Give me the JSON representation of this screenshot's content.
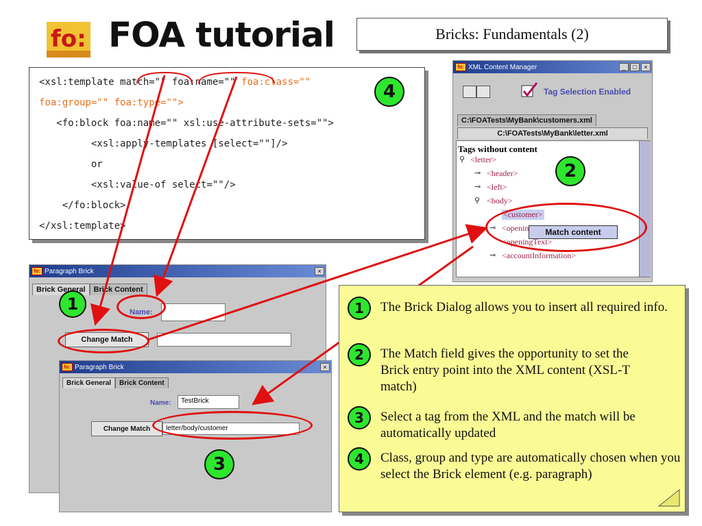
{
  "header": {
    "logo_text": "fo:",
    "title": "FOA tutorial",
    "subtitle": "Bricks: Fundamentals (2)"
  },
  "code": {
    "l1_a": "<xsl:template ",
    "l1_b": "match=\"\" ",
    "l1_c": "foa:name=\"\" ",
    "l1_d": "foa:class=\"\"",
    "l2": "foa:group=\"\" foa:type=\"\">",
    "l3": "   <fo:block foa:name=\"\" xsl:use-attribute-sets=\"\">",
    "l4": "         <xsl:apply-templates [select=\"\"]/>",
    "l5": "         or",
    "l6": "         <xsl:value-of select=\"\"/>",
    "l7": "    </fo:block>",
    "l8": "</xsl:template>"
  },
  "xml_manager": {
    "title": "XML Content Manager",
    "tag_selection_label": "Tag Selection Enabled",
    "file_tab_1": "C:\\FOATests\\MyBank\\customers.xml",
    "file_tab_2": "C:\\FOATests\\MyBank\\letter.xml",
    "tree_header": "Tags without content",
    "tree": [
      "<letter>",
      "<header>",
      "<left>",
      "<body>",
      "<customer>",
      "<openingTitle>",
      "<openingText>",
      "<accountInformation>"
    ],
    "context_menu": "Match content"
  },
  "dialog_back": {
    "title": "Paragraph Brick",
    "tab_general": "Brick General",
    "tab_content": "Brick Content",
    "name_label": "Name:",
    "name_value": "",
    "change_match_label": "Change Match",
    "match_value": ""
  },
  "dialog_front": {
    "title": "Paragraph Brick",
    "tab_general": "Brick General",
    "tab_content": "Brick Content",
    "name_label": "Name:",
    "name_value": "TestBrick",
    "change_match_label": "Change Match",
    "match_value": "letter/body/customer"
  },
  "markers": {
    "m1": "1",
    "m2": "2",
    "m3": "3",
    "m4": "4"
  },
  "notes": [
    {
      "num": "1",
      "text": "The Brick Dialog allows you to insert all required info."
    },
    {
      "num": "2",
      "text": "The Match field gives the opportunity to set the Brick entry point into the XML content (XSL-T match)"
    },
    {
      "num": "3",
      "text": "Select a tag from the XML and the match will be automatically updated"
    },
    {
      "num": "4",
      "text": "Class, group and type are automatically chosen when you select the Brick element (e.g. paragraph)"
    }
  ],
  "colors": {
    "accent_red": "#e01010",
    "marker_green": "#2ee62e",
    "note_yellow": "#fbfb96",
    "code_orange": "#e8701a",
    "titlebar_blue": "#1e3c8c"
  }
}
